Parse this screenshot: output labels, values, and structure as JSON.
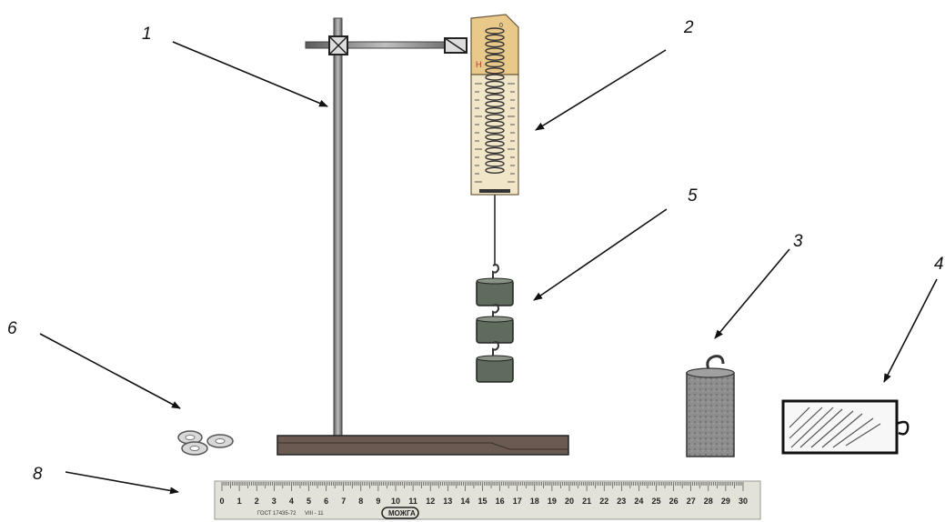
{
  "labels": {
    "stand": "1",
    "dynamometer": "2",
    "cylinder": "3",
    "block": "4",
    "weights": "5",
    "washers": "6",
    "ruler": "8"
  },
  "dynamometer": {
    "scale_top": "0",
    "unit": "H"
  },
  "ruler": {
    "numbers": [
      "0",
      "1",
      "2",
      "3",
      "4",
      "5",
      "6",
      "7",
      "8",
      "9",
      "10",
      "11",
      "12",
      "13",
      "14",
      "15",
      "16",
      "17",
      "18",
      "19",
      "20",
      "21",
      "22",
      "23",
      "24",
      "25",
      "26",
      "27",
      "28",
      "29",
      "30"
    ],
    "standard_text": "ГОСТ 17435-72",
    "code_text": "VIII - 11",
    "brand": "МОЖГА"
  },
  "colors": {
    "metal": "#8a8a8a",
    "dynamometer_body": "#f2e6c8",
    "dynamometer_cap": "#e8c98a",
    "ruler_wood": "#e2e2d8",
    "base": "#6a5a52",
    "arrow": "#111111"
  }
}
